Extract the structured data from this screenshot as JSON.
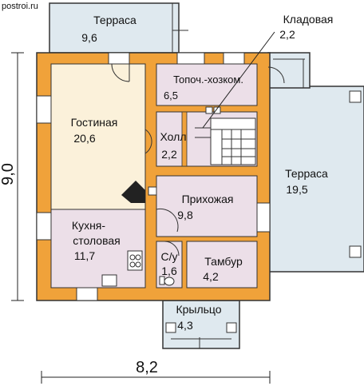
{
  "watermark": "postroi.ru",
  "colors": {
    "wall": "#f0a23a",
    "wall_outline": "#333333",
    "living_room": "#fbf1da",
    "room": "#ecdfe8",
    "terrace": "#dfe9ef",
    "line": "#222222"
  },
  "rooms": {
    "terrace_top": {
      "name": "Терраса",
      "area": "9,6"
    },
    "storage": {
      "name": "Кладовая",
      "area": "2,2"
    },
    "furnace": {
      "name": "Топоч.-хозком.",
      "area": "6,5"
    },
    "living": {
      "name": "Гостиная",
      "area": "20,6"
    },
    "hall": {
      "name": "Холл",
      "area": "2,2"
    },
    "terrace_right": {
      "name": "Терраса",
      "area": "19,5"
    },
    "entrance": {
      "name": "Прихожая",
      "area": "9,8"
    },
    "kitchen": {
      "name_line1": "Кухня-",
      "name_line2": "столовая",
      "area": "11,7"
    },
    "bathroom": {
      "name": "С/у",
      "area": "1,6"
    },
    "vestibule": {
      "name": "Тамбур",
      "area": "4,2"
    },
    "porch": {
      "name": "Крыльцо",
      "area": "4,3"
    }
  },
  "dimensions": {
    "height": "9,0",
    "width": "8,2"
  }
}
